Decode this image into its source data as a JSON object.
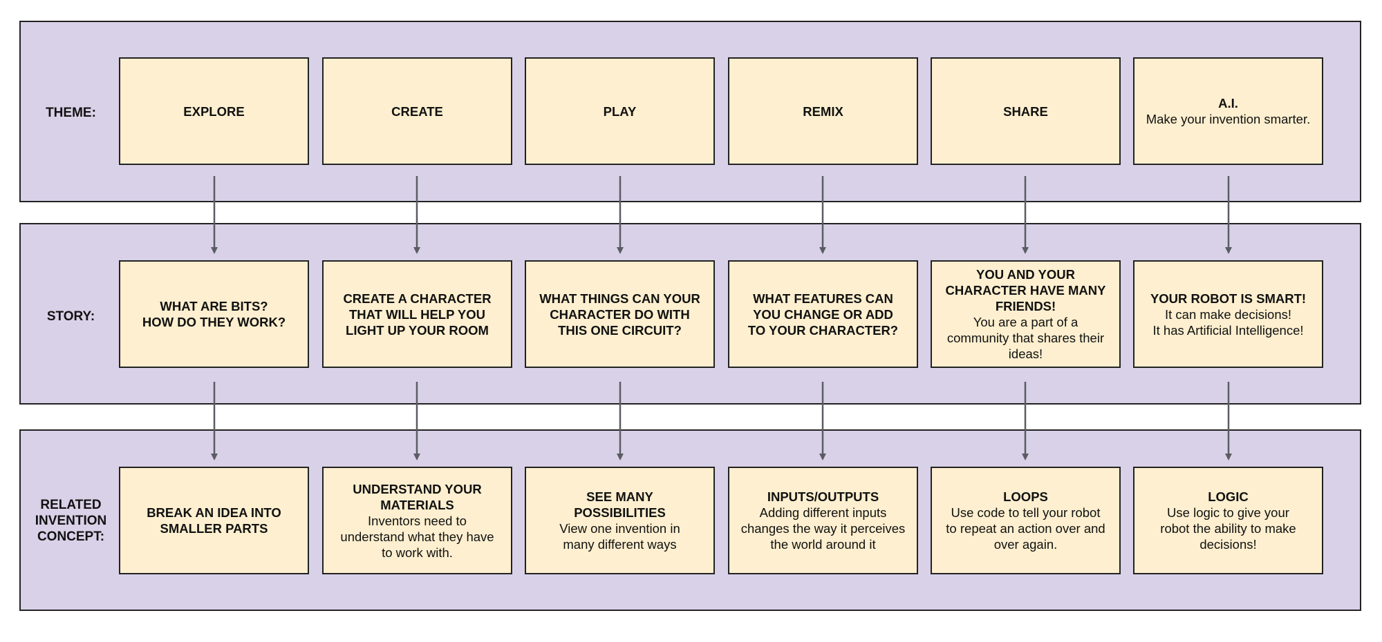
{
  "colors": {
    "band": "#d9d1e8",
    "box": "#fdefcf",
    "arrow": "#5a5c63"
  },
  "rows": {
    "theme": {
      "label": "THEME:",
      "boxes": [
        {
          "title": "EXPLORE",
          "desc": ""
        },
        {
          "title": "CREATE",
          "desc": ""
        },
        {
          "title": "PLAY",
          "desc": ""
        },
        {
          "title": "REMIX",
          "desc": ""
        },
        {
          "title": "SHARE",
          "desc": ""
        },
        {
          "title": "A.I.",
          "desc": "Make your invention smarter."
        }
      ]
    },
    "story": {
      "label": "STORY:",
      "boxes": [
        {
          "title": "WHAT ARE BITS?\nHOW DO THEY WORK?",
          "desc": ""
        },
        {
          "title": "CREATE A CHARACTER\nTHAT WILL HELP YOU\nLIGHT UP YOUR ROOM",
          "desc": ""
        },
        {
          "title": "WHAT THINGS CAN YOUR\nCHARACTER DO WITH\nTHIS ONE CIRCUIT?",
          "desc": ""
        },
        {
          "title": "WHAT FEATURES CAN\nYOU CHANGE OR ADD\nTO YOUR CHARACTER?",
          "desc": ""
        },
        {
          "title": "YOU AND YOUR\nCHARACTER HAVE MANY\nFRIENDS!",
          "desc": "You are a part of a\ncommunity that shares their\nideas!"
        },
        {
          "title": "YOUR ROBOT IS SMART!",
          "desc": "It can make decisions!\nIt has Artificial Intelligence!"
        }
      ]
    },
    "concept": {
      "label": "RELATED\nINVENTION\nCONCEPT:",
      "boxes": [
        {
          "title": "BREAK AN IDEA INTO\nSMALLER PARTS",
          "desc": ""
        },
        {
          "title": "UNDERSTAND YOUR\nMATERIALS",
          "desc": "Inventors need to\nunderstand what they have\nto work with."
        },
        {
          "title": "SEE MANY\nPOSSIBILITIES",
          "desc": "View one invention in\nmany different ways"
        },
        {
          "title": "INPUTS/OUTPUTS",
          "desc": "Adding different inputs\nchanges the way it perceives\nthe world around it"
        },
        {
          "title": "LOOPS",
          "desc": "Use code to tell your robot\nto repeat an action over and\nover again."
        },
        {
          "title": "LOGIC",
          "desc": "Use logic to give your\nrobot the ability to make\ndecisions!"
        }
      ]
    }
  }
}
